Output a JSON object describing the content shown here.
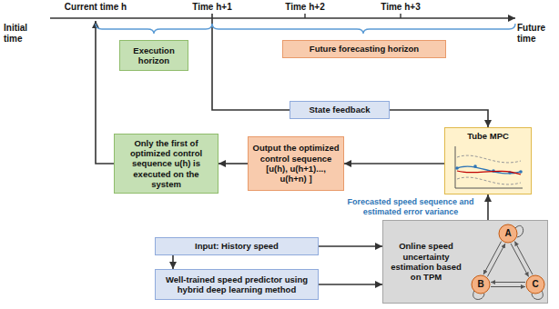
{
  "diagram": {
    "nodes": [
      {
        "text": [
          "Execution horizon"
        ]
      },
      {
        "text": [
          "Future forecasting horizon"
        ]
      },
      {
        "text": [
          "State feedback"
        ]
      },
      {
        "text": [
          "Tube MPC"
        ]
      },
      {
        "text": [
          "Only the first of optimized control sequence u(h) is executed on the system"
        ]
      },
      {
        "text": [
          "Output the optimized control sequence [u(h), u(h+1)..., u(h+n) ]"
        ]
      },
      {
        "text": [
          "Input: History speed"
        ]
      },
      {
        "text": [
          "Well-trained speed predictor using hybrid deep learning method"
        ]
      },
      {
        "text": [
          "Online speed uncertainty estimation based on TPM"
        ]
      }
    ],
    "edges": [
      {
        "from": 2,
        "to": 3,
        "arrow": "to"
      },
      {
        "from": 3,
        "to": 5,
        "arrow": "to"
      },
      {
        "from": 5,
        "to": 4,
        "arrow": "to"
      },
      {
        "from": 6,
        "to": 8,
        "arrow": "to"
      },
      {
        "from": 6,
        "to": 7,
        "arrow": "to"
      },
      {
        "from": 7,
        "to": 8,
        "arrow": "to"
      },
      {
        "from": 8,
        "to": 3,
        "label": "Forecasted speed sequence and estimated error variance",
        "arrow": "to"
      }
    ],
    "labels": [
      "Current time h",
      "Time h+1",
      "Time h+2",
      "Time h+3",
      "Initial time",
      "Future time",
      "A",
      "B",
      "C"
    ]
  }
}
